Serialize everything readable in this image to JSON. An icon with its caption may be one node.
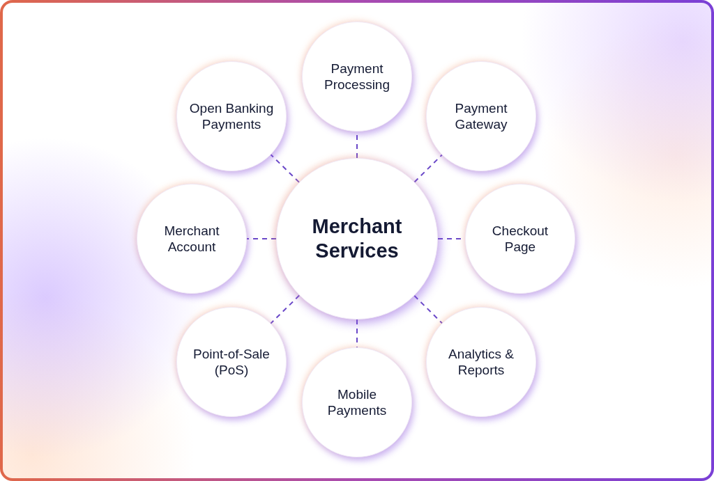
{
  "diagram": {
    "nodes": [
      {
        "text": [
          "Merchant Services"
        ]
      },
      {
        "text": [
          "Payment Processing"
        ]
      },
      {
        "text": [
          "Open Banking Payments"
        ]
      },
      {
        "text": [
          "Payment Gateway"
        ]
      },
      {
        "text": [
          "Merchant Account"
        ]
      },
      {
        "text": [
          "Checkout Page"
        ]
      },
      {
        "text": [
          "Point-of-Sale (PoS)"
        ]
      },
      {
        "text": [
          "Analytics & Reports"
        ]
      },
      {
        "text": [
          "Mobile Payments"
        ]
      }
    ],
    "edges": [
      {
        "from": 0,
        "to": 1,
        "arrow": "none"
      },
      {
        "from": 0,
        "to": 2,
        "arrow": "none"
      },
      {
        "from": 0,
        "to": 3,
        "arrow": "none"
      },
      {
        "from": 0,
        "to": 4,
        "arrow": "none"
      },
      {
        "from": 0,
        "to": 5,
        "arrow": "none"
      },
      {
        "from": 0,
        "to": 6,
        "arrow": "none"
      },
      {
        "from": 0,
        "to": 7,
        "arrow": "none"
      },
      {
        "from": 0,
        "to": 8,
        "arrow": "none"
      }
    ]
  }
}
